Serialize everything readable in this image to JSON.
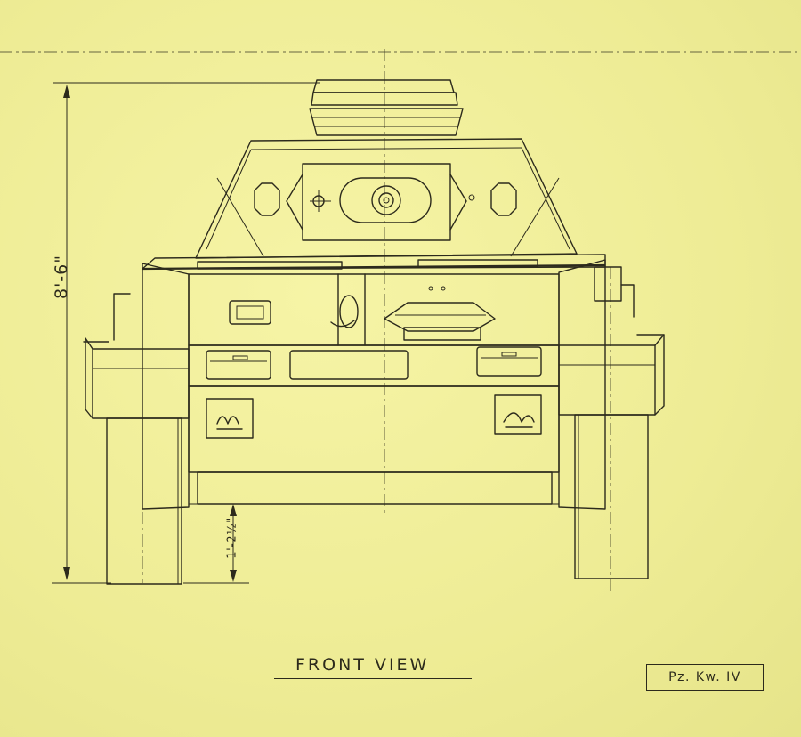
{
  "drawing": {
    "title": "FRONT VIEW",
    "model_label": "Pz. Kw. IV",
    "height_dimension": "8'-6\"",
    "clearance_dimension": "1'-2½\""
  }
}
